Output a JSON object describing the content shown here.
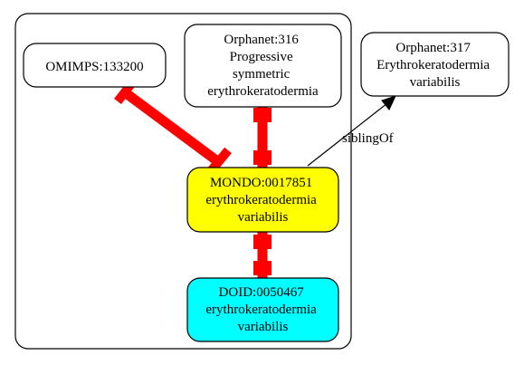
{
  "colors": {
    "edge_equivalent": "#ff0000",
    "node_mondo_fill": "#ffff00",
    "node_doid_fill": "#00ffff",
    "node_default_fill": "#ffffff",
    "stroke": "#000000"
  },
  "nodes": {
    "omimps": {
      "lines": [
        "OMIMPS:133200"
      ]
    },
    "orphanet316": {
      "lines": [
        "Orphanet:316",
        "Progressive",
        "symmetric",
        "erythrokeratodermia"
      ]
    },
    "orphanet317": {
      "lines": [
        "Orphanet:317",
        "Erythrokeratodermia",
        "variabilis"
      ]
    },
    "mondo": {
      "lines": [
        "MONDO:0017851",
        "erythrokeratodermia",
        "variabilis"
      ]
    },
    "doid": {
      "lines": [
        "DOID:0050467",
        "erythrokeratodermia",
        "variabilis"
      ]
    }
  },
  "edges": {
    "sibling_of_label": "siblingOf"
  }
}
